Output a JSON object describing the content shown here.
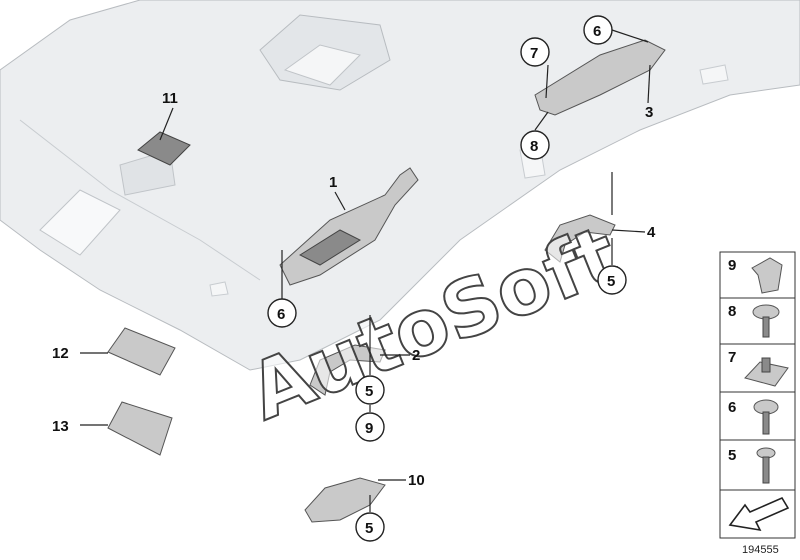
{
  "watermark": "AutoSoft",
  "document_number": "194555",
  "callouts": {
    "c1": "1",
    "c2": "2",
    "c3": "3",
    "c4": "4",
    "c5a": "5",
    "c5b": "5",
    "c5c": "5",
    "c6a": "6",
    "c6b": "6",
    "c7": "7",
    "c8": "8",
    "c9": "9",
    "c10": "10",
    "c11": "11",
    "c12": "12",
    "c13": "13"
  },
  "legend": [
    "9",
    "8",
    "7",
    "6",
    "5"
  ]
}
